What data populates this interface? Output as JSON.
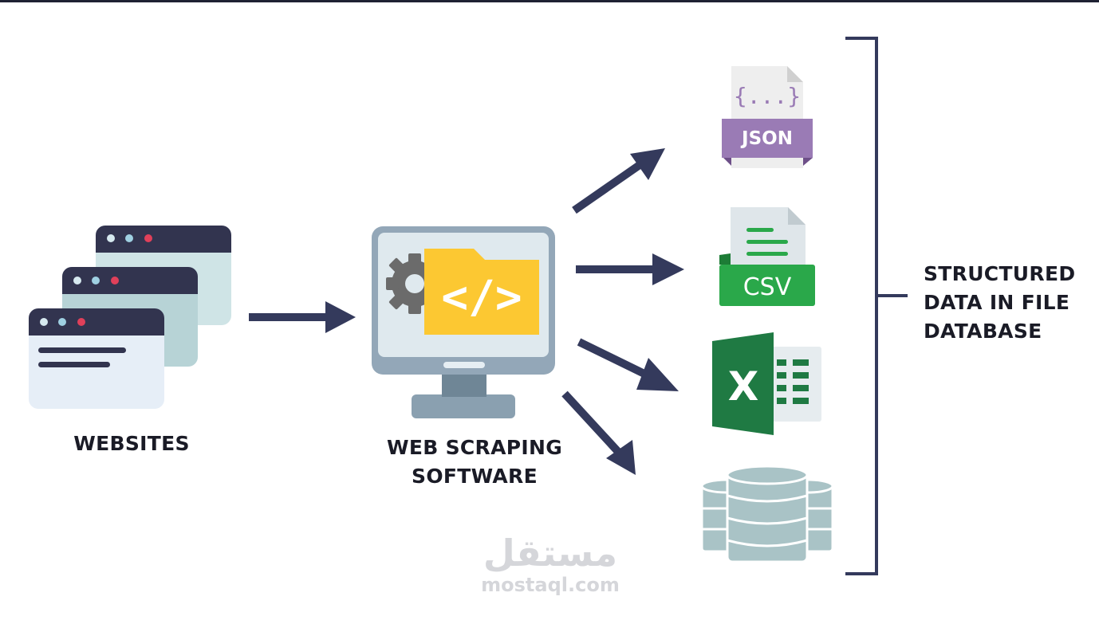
{
  "labels": {
    "websites": "WEBSITES",
    "software": [
      "WEB SCRAPING",
      "SOFTWARE"
    ],
    "structured": [
      "STRUCTURED",
      "DATA IN FILE",
      "DATABASE"
    ]
  },
  "icons": {
    "json": {
      "braces": "{...}",
      "text": "JSON"
    },
    "csv": {
      "text": "CSV"
    },
    "excel": {
      "letter": "X"
    },
    "code": "</>"
  },
  "watermark": {
    "arabic": "مستقل",
    "latin": "mostaql.com"
  },
  "colors": {
    "navy": "#343a5c",
    "json_purple": "#9a7bb5",
    "csv_green": "#2aa84a",
    "excel_green": "#1f7a43",
    "folder_yellow": "#fcc832",
    "database": "#a9c3c6"
  }
}
